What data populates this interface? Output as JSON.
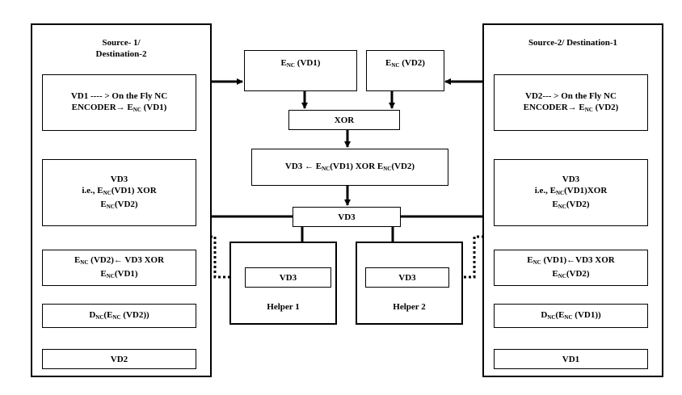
{
  "source1": {
    "title_line1": "Source- 1/",
    "title_line2": "Destination-2",
    "encoder": {
      "line1": "VD1 ---- > On the Fly NC",
      "line2_prefix": "ENCODER→ E",
      "line2_sub": "NC",
      "line2_suffix": " (VD1)"
    },
    "vd3_box": {
      "line1": "VD3",
      "line2_a": "i.e., E",
      "line2_sub": "NC",
      "line2_b": "(VD1)  XOR",
      "line3_a": "E",
      "line3_sub": "NC",
      "line3_b": "(VD2)"
    },
    "decode_xor": {
      "line1_a": "E",
      "line1_sub": "NC",
      "line1_b": " (VD2)← VD3   XOR",
      "line2_a": "E",
      "line2_sub": "NC",
      "line2_b": "(VD1)"
    },
    "decoder": {
      "a": "D",
      "sub1": "NC",
      "b": "(E",
      "sub2": "NC",
      "c": " (VD2))"
    },
    "output": "VD2"
  },
  "source2": {
    "title": "Source-2/ Destination-1",
    "encoder": {
      "line1": "VD2--- > On the Fly NC",
      "line2_prefix": "ENCODER→  E",
      "line2_sub": "NC",
      "line2_suffix": " (VD2)"
    },
    "vd3_box": {
      "line1": "VD3",
      "line2_a": "i.e., E",
      "line2_sub": "NC",
      "line2_b": "(VD1)XOR",
      "line3_a": "E",
      "line3_sub": "NC",
      "line3_b": "(VD2)"
    },
    "decode_xor": {
      "line1_a": "E",
      "line1_sub": "NC",
      "line1_b": " (VD1)←VD3   XOR",
      "line2_a": "E",
      "line2_sub": "NC",
      "line2_b": "(VD2)"
    },
    "decoder": {
      "a": "D",
      "sub1": "NC",
      "b": "(E",
      "sub2": "NC",
      "c": " (VD1))"
    },
    "output": "VD1"
  },
  "center": {
    "enc_vd1": {
      "a": "E",
      "sub": "NC",
      "b": " (VD1)"
    },
    "enc_vd2": {
      "a": "E",
      "sub": "NC",
      "b": " (VD2)"
    },
    "xor": "XOR",
    "vd3_formula": {
      "a": "VD3 ← E",
      "sub1": "NC",
      "b": "(VD1)  XOR  E",
      "sub2": "NC",
      "c": "(VD2)"
    },
    "vd3": "VD3"
  },
  "helper1": {
    "inner": "VD3",
    "label": "Helper 1"
  },
  "helper2": {
    "inner": "VD3",
    "label": "Helper 2"
  }
}
